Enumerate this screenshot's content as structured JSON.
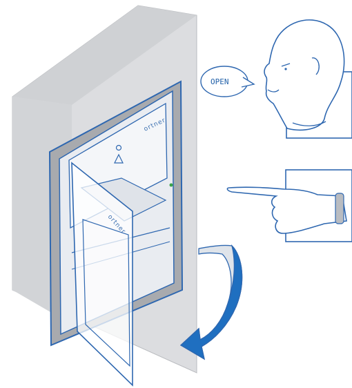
{
  "speech_bubble": {
    "text": "OPEN"
  },
  "brand": {
    "door_top": "ortner",
    "door_flap": "ortner"
  },
  "colors": {
    "line": "#2e67b0",
    "arrow_fill": "#1f6fc0",
    "arrow_back": "#dfe4ea",
    "wall": "#dcdde0",
    "wall_top": "#c9cbce",
    "frame": "#a8aaae"
  },
  "icons": {
    "person_head": "head-speaking-icon",
    "pointing_hand": "pointing-hand-icon",
    "door_symbol": "person-triangle-icon"
  }
}
